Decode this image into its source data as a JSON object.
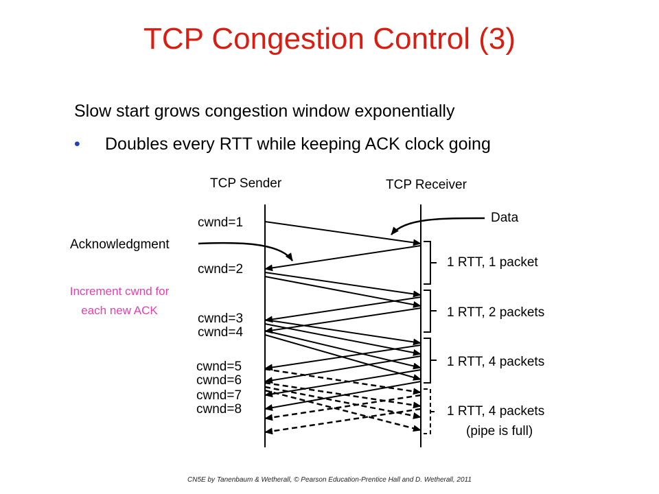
{
  "title": "TCP Congestion Control (3)",
  "text": {
    "line1": "Slow start grows congestion window exponentially",
    "bullet": "•",
    "line2": "Doubles every RTT while keeping ACK clock going"
  },
  "diagram": {
    "sender_label": "TCP Sender",
    "receiver_label": "TCP Receiver",
    "data_label": "Data",
    "ack_label": "Acknowledgment",
    "increment_label_1": "Increment cwnd for",
    "increment_label_2": "each new ACK",
    "cwnd": [
      "cwnd=1",
      "cwnd=2",
      "cwnd=3",
      "cwnd=4",
      "cwnd=5",
      "cwnd=6",
      "cwnd=7",
      "cwnd=8"
    ],
    "rtt": [
      "1 RTT, 1 packet",
      "1 RTT, 2 packets",
      "1 RTT, 4 packets",
      "1 RTT, 4 packets"
    ],
    "pipe_full": "(pipe is full)"
  },
  "colors": {
    "title": "#d81e12",
    "bullet": "#1f3fbf",
    "annotation": "#e23fb0"
  },
  "footer": "CN5E by Tanenbaum & Wetherall, © Pearson Education-Prentice Hall and D. Wetherall, 2011"
}
